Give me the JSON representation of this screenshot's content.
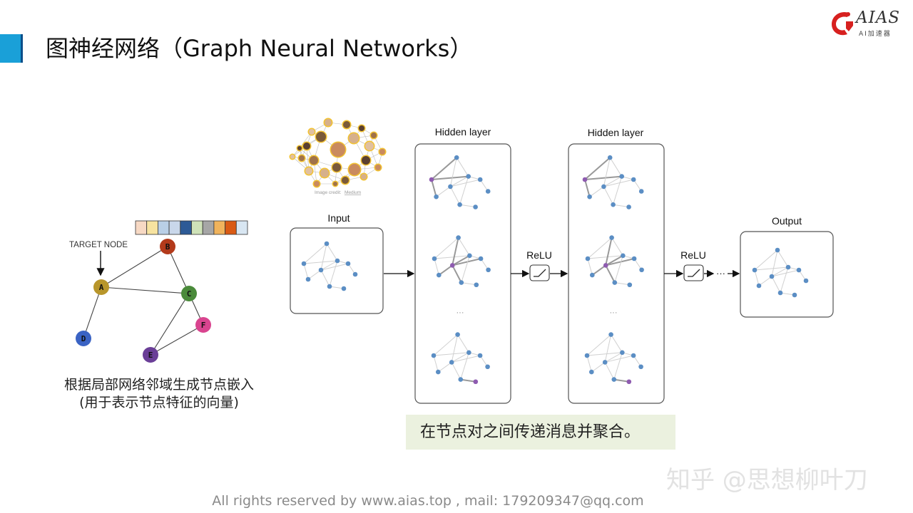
{
  "header": {
    "title": "图神经网络（Graph Neural Networks）",
    "accent_color": "#1aa0d8"
  },
  "logo": {
    "text": "AIAS",
    "sub": "AI加速器",
    "icon": "dragon-logo-icon",
    "color": "#d7201f"
  },
  "left_graph": {
    "target_label": "TARGET NODE",
    "nodes": [
      {
        "id": "A",
        "color": "#b8962b"
      },
      {
        "id": "B",
        "color": "#b33a1b"
      },
      {
        "id": "C",
        "color": "#4a8a3a"
      },
      {
        "id": "D",
        "color": "#3a63c4"
      },
      {
        "id": "E",
        "color": "#6a3e97"
      },
      {
        "id": "F",
        "color": "#d9448f"
      }
    ],
    "edges": [
      [
        "A",
        "B"
      ],
      [
        "A",
        "C"
      ],
      [
        "A",
        "D"
      ],
      [
        "B",
        "C"
      ],
      [
        "C",
        "E"
      ],
      [
        "C",
        "F"
      ],
      [
        "E",
        "F"
      ]
    ],
    "embedding_colors": [
      "#f7d9c4",
      "#f7e3a0",
      "#b9cfe6",
      "#c9d7ea",
      "#2d5a96",
      "#cfe2b8",
      "#a6a6a6",
      "#f0b35c",
      "#d95a14",
      "#d8e6f2"
    ],
    "caption_line1": "根据局部网络邻域生成节点嵌入",
    "caption_line2": "(用于表示节点特征的向量)"
  },
  "pipeline": {
    "image_credit_label": "Image credit:",
    "image_credit_link": "Medium",
    "input_label": "Input",
    "hidden1_label": "Hidden layer",
    "hidden2_label": "Hidden layer",
    "relu1_label": "ReLU",
    "relu2_label": "ReLU",
    "output_label": "Output",
    "ellipsis": "···",
    "node_color": "#5b8ec4",
    "highlight_color": "#8e5bb0"
  },
  "message": "在节点对之间传递消息并聚合。",
  "watermark": "知乎 @思想柳叶刀",
  "footer": "All rights reserved by www.aias.top , mail: 179209347@qq.com"
}
